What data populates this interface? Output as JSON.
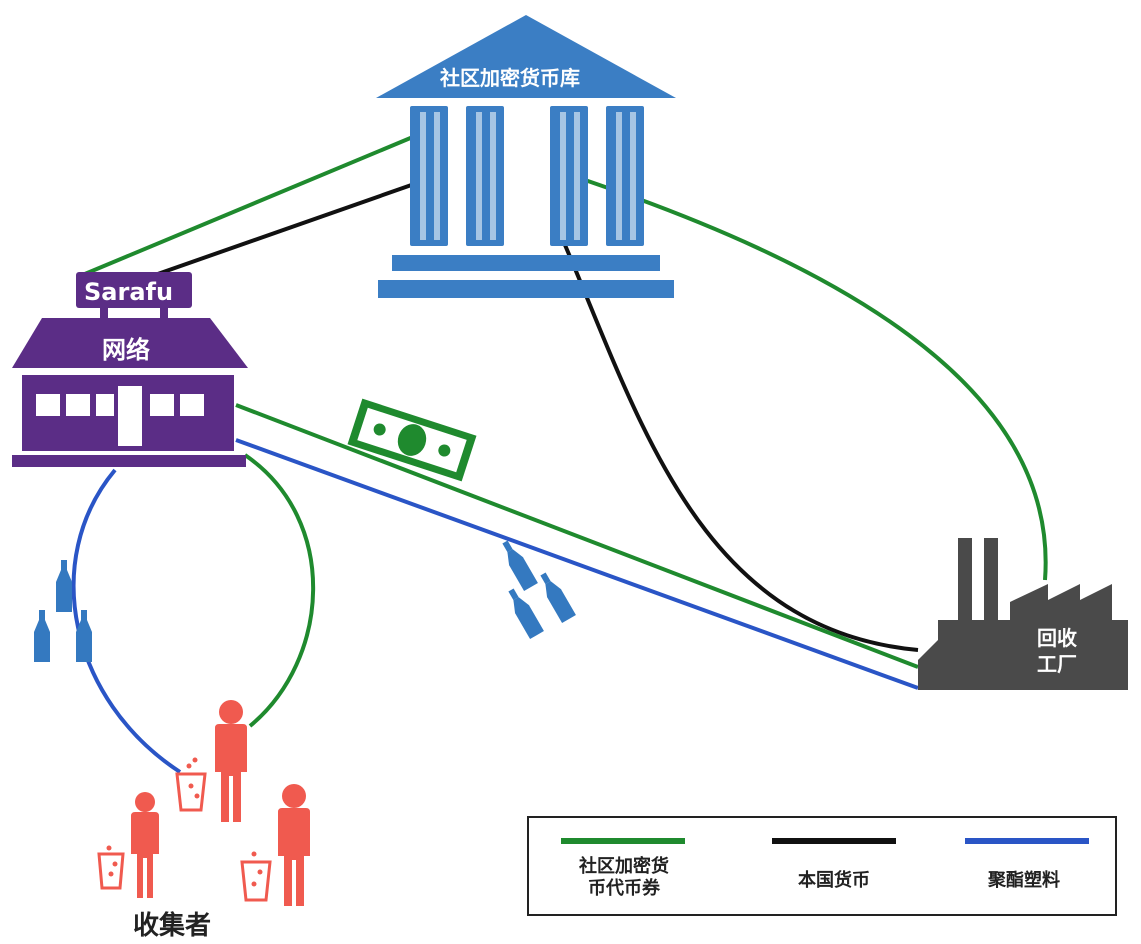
{
  "diagram": {
    "bank_label": "社区加密货币库",
    "sarafu_label": "Sarafu",
    "network_label": "网络",
    "factory_label": [
      "回收",
      "工厂"
    ],
    "collectors_label": "收集者"
  },
  "legend": {
    "items": [
      {
        "lines": [
          "社区加密货",
          "币代币券"
        ],
        "color": "#1f8a2e"
      },
      {
        "lines": [
          "本国货币"
        ],
        "color": "#111111"
      },
      {
        "lines": [
          "聚酯塑料"
        ],
        "color": "#2a55c6"
      }
    ]
  },
  "colors": {
    "bank": "#3b7ec4",
    "network": "#5b2d86",
    "factory": "#4a4a4a",
    "collector": "#f05a4f",
    "bottle": "#3479c0",
    "money": "#1f8a2e"
  }
}
